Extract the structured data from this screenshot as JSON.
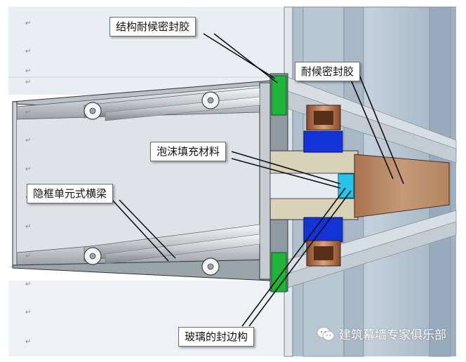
{
  "labels": {
    "structural_sealant": "结构耐候密封胶",
    "weather_sealant": "耐候密封胶",
    "foam_filler": "泡沫填充材料",
    "hidden_frame_transom": "隐框单元式横梁",
    "glass_edge_sealing": "玻璃的封边构"
  },
  "paragraph_marks": [
    "↵",
    "↵",
    "↵",
    "↵",
    "↵",
    "↵",
    "↵",
    "↵",
    "↵",
    "↵",
    "↵",
    "↵",
    "↵",
    "↵",
    "↵",
    "↵"
  ],
  "watermark": {
    "text": "建筑幕墙专家俱乐部",
    "icon": "wechat-icon"
  },
  "colors": {
    "green_seal": "#1fb53a",
    "blue_block": "#1433d6",
    "cyan_foam": "#27c4ea",
    "copper_frame": "#b8714a",
    "wood_sealant": "#b78a68",
    "metal_light": "#d4dbe0",
    "metal_dark": "#8c969d",
    "glass_blue": "#aebfd0"
  }
}
